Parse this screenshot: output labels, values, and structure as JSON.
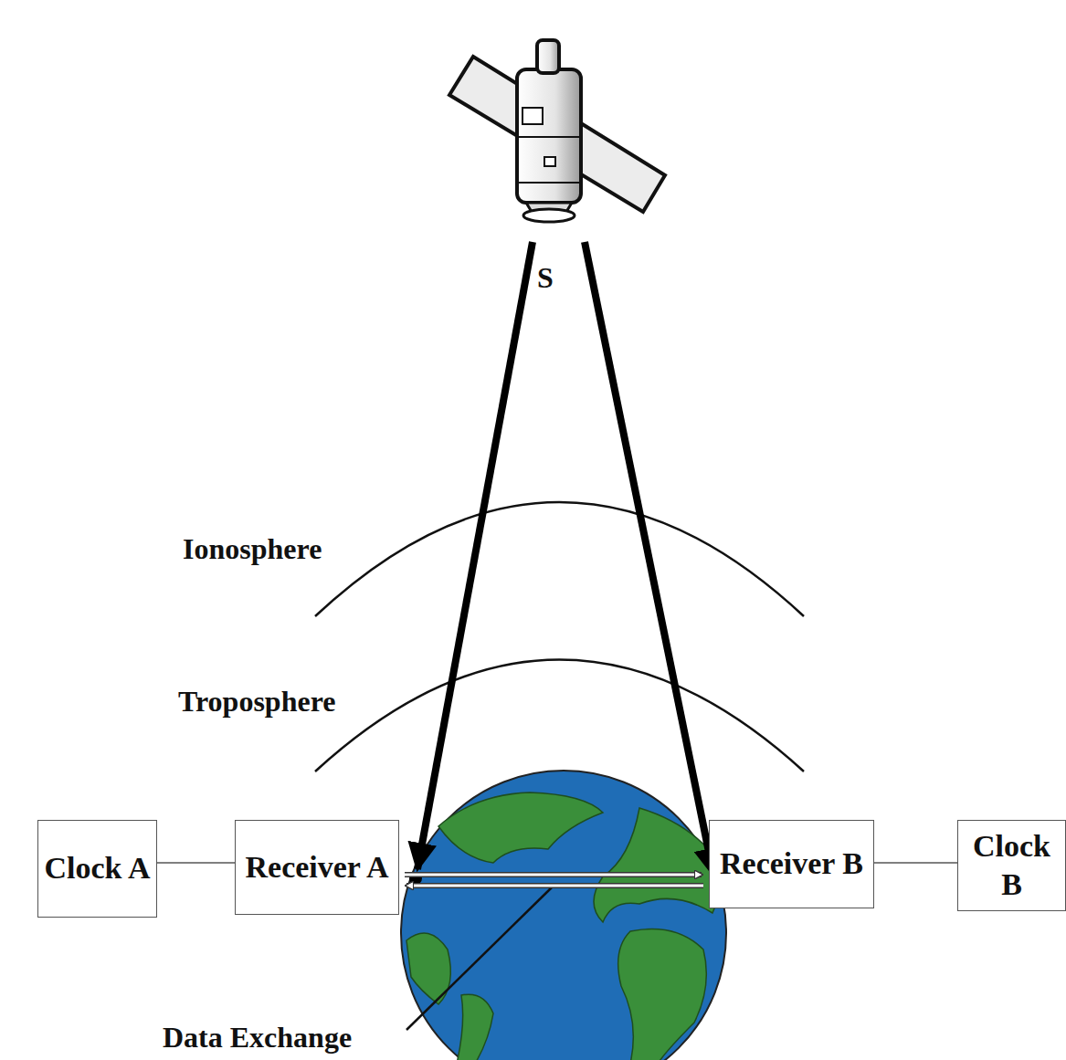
{
  "diagram": {
    "nodes": [
      {
        "text": [
          "Clock A"
        ]
      },
      {
        "text": [
          "Receiver A"
        ]
      },
      {
        "text": [
          "Receiver B"
        ]
      },
      {
        "text": [
          "Clock B"
        ]
      }
    ],
    "edges": [
      {
        "from": 0,
        "to": 1,
        "arrow": "none"
      },
      {
        "from": 1,
        "to": 2,
        "arrow": "to"
      },
      {
        "from": 2,
        "to": 1,
        "arrow": "to"
      },
      {
        "from": 2,
        "to": 3,
        "arrow": "none"
      }
    ],
    "labels": [
      "S",
      "Ionosphere",
      "Troposphere",
      "Data Exchange"
    ]
  }
}
